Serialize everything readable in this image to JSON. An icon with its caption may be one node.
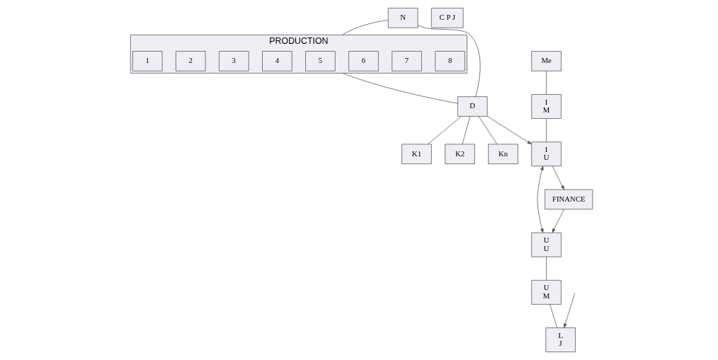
{
  "diagram": {
    "nodes": [
      {
        "text": [
          "N"
        ]
      },
      {
        "text": [
          "PRODUCTION"
        ]
      },
      {
        "text": [
          "1"
        ],
        "in": 1
      },
      {
        "text": [
          "2"
        ],
        "in": 1
      },
      {
        "text": [
          "3"
        ],
        "in": 1
      },
      {
        "text": [
          "4"
        ],
        "in": 1
      },
      {
        "text": [
          "5"
        ],
        "in": 1
      },
      {
        "text": [
          "6"
        ],
        "in": 1
      },
      {
        "text": [
          "7"
        ],
        "in": 1
      },
      {
        "text": [
          "8"
        ],
        "in": 1
      },
      {
        "text": [
          "D"
        ]
      },
      {
        "text": [
          "K1"
        ]
      },
      {
        "text": [
          "K2"
        ]
      },
      {
        "text": [
          "Kn"
        ]
      },
      {
        "text": [
          "U",
          "U"
        ]
      },
      {
        "text": [
          "U",
          "M"
        ]
      },
      {
        "text": [
          "L",
          "J"
        ]
      },
      {
        "text": [
          "C P J"
        ]
      },
      {
        "text": [
          "Me"
        ]
      },
      {
        "text": [
          "I",
          "M"
        ]
      },
      {
        "text": [
          "I",
          "U"
        ]
      },
      {
        "text": [
          "FINANCE"
        ]
      }
    ],
    "edges": [
      {
        "from": 0,
        "to": 1,
        "arrow": "none"
      },
      {
        "from": 1,
        "to": 10,
        "arrow": "none"
      },
      {
        "from": 10,
        "to": 11,
        "arrow": "none"
      },
      {
        "from": 10,
        "to": 12,
        "arrow": "none"
      },
      {
        "from": 10,
        "to": 13,
        "arrow": "none"
      },
      {
        "from": 0,
        "to": 10,
        "arrow": "none"
      },
      {
        "from": 10,
        "to": 20,
        "arrow": "to"
      },
      {
        "from": 14,
        "to": 15,
        "arrow": "none"
      },
      {
        "from": 15,
        "to": 16,
        "arrow": "none"
      },
      {
        "from": null,
        "to": 16,
        "arrow": "to"
      },
      {
        "from": 18,
        "to": 19,
        "arrow": "none"
      },
      {
        "from": 19,
        "to": 20,
        "arrow": "none"
      },
      {
        "from": 20,
        "to": 14,
        "arrow": "both"
      },
      {
        "from": 20,
        "to": 21,
        "arrow": "to"
      },
      {
        "from": 21,
        "to": 14,
        "arrow": "to"
      }
    ]
  }
}
